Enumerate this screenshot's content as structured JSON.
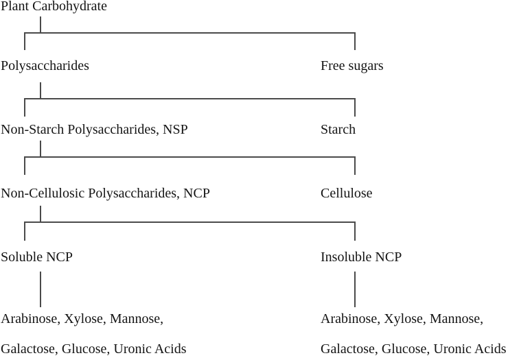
{
  "colors": {
    "background": "#ffffff",
    "line": "#4a4a4a",
    "text": "#141414"
  },
  "diagram": {
    "type": "tree",
    "title": "Plant Carbohydrate classification flowchart",
    "nodes": {
      "root": "Plant Carbohydrate",
      "polysaccharides": "Polysaccharides",
      "free_sugars": "Free sugars",
      "nsp": "Non-Starch Polysaccharides, NSP",
      "starch": "Starch",
      "ncp": "Non-Cellulosic Polysaccharides, NCP",
      "cellulose": "Cellulose",
      "soluble_ncp": "Soluble NCP",
      "insoluble_ncp": "Insoluble NCP",
      "soluble_sugars_line1": "Arabinose, Xylose, Mannose,",
      "soluble_sugars_line2": "Galactose, Glucose, Uronic Acids",
      "insoluble_sugars_line1": "Arabinose, Xylose, Mannose,",
      "insoluble_sugars_line2": "Galactose, Glucose, Uronic Acids"
    },
    "edges": [
      {
        "from": "Plant Carbohydrate",
        "to": [
          "Polysaccharides",
          "Free sugars"
        ]
      },
      {
        "from": "Polysaccharides",
        "to": [
          "Non-Starch Polysaccharides, NSP",
          "Starch"
        ]
      },
      {
        "from": "Non-Starch Polysaccharides, NSP",
        "to": [
          "Non-Cellulosic Polysaccharides, NCP",
          "Cellulose"
        ]
      },
      {
        "from": "Non-Cellulosic Polysaccharides, NCP",
        "to": [
          "Soluble NCP",
          "Insoluble NCP"
        ]
      },
      {
        "from": "Soluble NCP",
        "to": [
          "Arabinose, Xylose, Mannose, Galactose, Glucose, Uronic Acids"
        ]
      },
      {
        "from": "Insoluble NCP",
        "to": [
          "Arabinose, Xylose, Mannose, Galactose, Glucose, Uronic Acids"
        ]
      }
    ]
  }
}
